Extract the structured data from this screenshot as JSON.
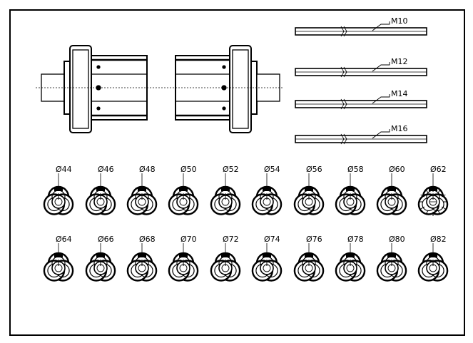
{
  "threads": [
    {
      "label": "M10"
    },
    {
      "label": "M12"
    },
    {
      "label": "M14"
    },
    {
      "label": "M16"
    }
  ],
  "rows": [
    {
      "diameters": [
        "44",
        "46",
        "48",
        "50",
        "52",
        "54",
        "56",
        "58",
        "60",
        "62"
      ]
    },
    {
      "diameters": [
        "64",
        "66",
        "68",
        "70",
        "72",
        "74",
        "76",
        "78",
        "80",
        "82"
      ]
    }
  ],
  "diameter_symbol": "Ø"
}
